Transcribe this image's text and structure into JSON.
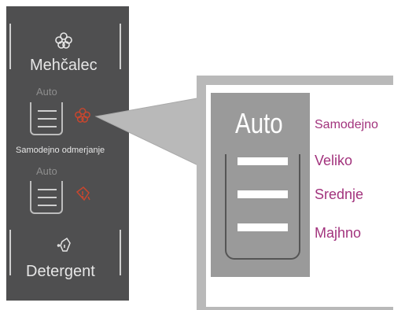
{
  "panel": {
    "softener_label": "Mehčalec",
    "auto_label_top": "Auto",
    "auto_dosing_label": "Samodejno odmerjanje",
    "auto_label_bottom": "Auto",
    "detergent_label": "Detergent",
    "icons": [
      "flower-icon",
      "flower-warning-icon",
      "detergent-warning-icon",
      "detergent-bottle-icon"
    ]
  },
  "zoom": {
    "auto_label": "Auto",
    "options": [
      "Samodejno",
      "Veliko",
      "Srednje",
      "Majhno"
    ]
  },
  "colors": {
    "panel_bg": "#4f4f50",
    "accent_red": "#c8462e",
    "label_magenta": "#a2337d"
  }
}
